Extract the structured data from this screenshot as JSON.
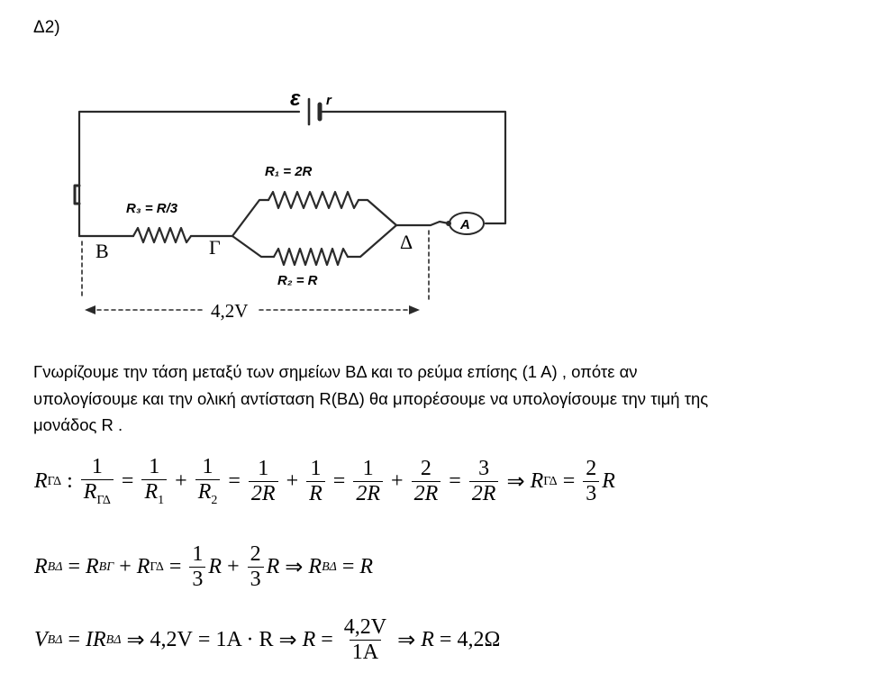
{
  "heading": "Δ2)",
  "circuit": {
    "emf_symbol": "ε",
    "internal_resistance": "r",
    "r1_label": "R₁ = 2R",
    "r2_label": "R₂ = R",
    "r3_label": "R₃ = R/3",
    "node_b": "B",
    "node_g": "Γ",
    "node_d": "Δ",
    "ammeter": "A",
    "voltage": "4,2V"
  },
  "paragraph": {
    "line1": "Γνωρίζουμε την τάση μεταξύ των σημείων ΒΔ και το ρεύμα επίσης (1 Α) , οπότε αν",
    "line2": "υπολογίσουμε και την ολική αντίσταση R(ΒΔ) θα μπορέσουμε να υπολογίσουμε την τιμή της",
    "line3": "μονάδος R ."
  },
  "equations": {
    "eq1": {
      "R": "R",
      "sub_gd": "ΓΔ",
      "colon": ":",
      "one": "1",
      "sub1": "1",
      "sub2": "2",
      "two": "2",
      "three": "3",
      "twoR": "2R"
    },
    "eq2": {
      "R": "R",
      "sub_bd": "ΒΔ",
      "sub_bg": "ΒΓ",
      "sub_gd": "ΓΔ",
      "one": "1",
      "two": "2",
      "three": "3"
    },
    "eq3": {
      "V": "V",
      "sub_bd": "ΒΔ",
      "IR": "IR",
      "volts": "4,2V",
      "amp_R": "1A · R",
      "oneA": "1A",
      "result": "4,2Ω",
      "R": "R"
    }
  }
}
